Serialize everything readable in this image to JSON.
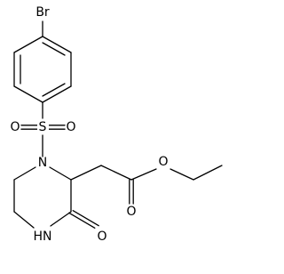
{
  "structure": {
    "atoms": {
      "bromine": "Br",
      "sulfur": "S",
      "sulfonyl_oxygen_left": "O",
      "sulfonyl_oxygen_right": "O",
      "ring_nitrogen_n1": "N",
      "ring_nitrogen_n4": "HN",
      "lactam_oxygen": "O",
      "ester_ether_oxygen": "O",
      "ester_carbonyl_oxygen": "O"
    }
  }
}
